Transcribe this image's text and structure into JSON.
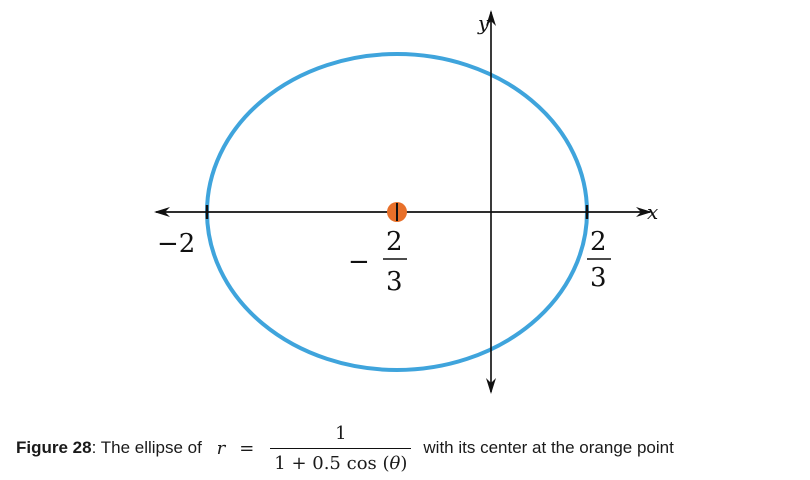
{
  "diagram": {
    "axis_x_label": "x",
    "axis_y_label": "y",
    "ellipse_color": "#3fa4dc",
    "center_point_color": "#e8702a",
    "tick_labels": {
      "left": "−2",
      "center_sign": "−",
      "center_num": "2",
      "center_den": "3",
      "right_num": "2",
      "right_den": "3"
    }
  },
  "caption": {
    "label": "Figure 28",
    "text_before": ": The ellipse of ",
    "formula": {
      "lhs": "r",
      "eq": "=",
      "numerator": "1",
      "denominator_prefix": "1 + 0.5 cos (",
      "denominator_var": "θ",
      "denominator_suffix": ")"
    },
    "text_after": "with its center at the orange point"
  }
}
